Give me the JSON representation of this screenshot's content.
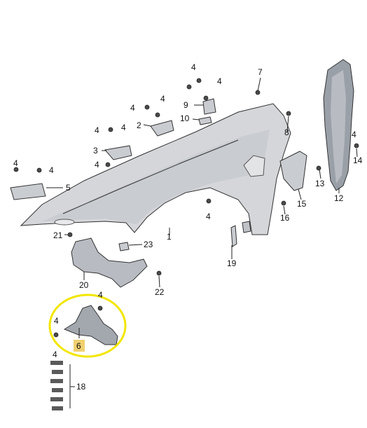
{
  "diagram": {
    "callouts": [
      {
        "id": "c1",
        "text": "1"
      },
      {
        "id": "c2",
        "text": "2"
      },
      {
        "id": "c3",
        "text": "3"
      },
      {
        "id": "c4a",
        "text": "4"
      },
      {
        "id": "c4b",
        "text": "4"
      },
      {
        "id": "c4c",
        "text": "4"
      },
      {
        "id": "c4d",
        "text": "4"
      },
      {
        "id": "c4e",
        "text": "4"
      },
      {
        "id": "c4f",
        "text": "4"
      },
      {
        "id": "c4g",
        "text": "4"
      },
      {
        "id": "c4h",
        "text": "4"
      },
      {
        "id": "c4i",
        "text": "4"
      },
      {
        "id": "c4j",
        "text": "4"
      },
      {
        "id": "c4k",
        "text": "4"
      },
      {
        "id": "c4l",
        "text": "4"
      },
      {
        "id": "c4m",
        "text": "4"
      },
      {
        "id": "c4n",
        "text": "4"
      },
      {
        "id": "c5",
        "text": "5"
      },
      {
        "id": "c6",
        "text": "6"
      },
      {
        "id": "c7",
        "text": "7"
      },
      {
        "id": "c8",
        "text": "8"
      },
      {
        "id": "c9",
        "text": "9"
      },
      {
        "id": "c10",
        "text": "10"
      },
      {
        "id": "c12",
        "text": "12"
      },
      {
        "id": "c13",
        "text": "13"
      },
      {
        "id": "c14",
        "text": "14"
      },
      {
        "id": "c15",
        "text": "15"
      },
      {
        "id": "c16",
        "text": "16"
      },
      {
        "id": "c18",
        "text": "18"
      },
      {
        "id": "c19",
        "text": "19"
      },
      {
        "id": "c20",
        "text": "20"
      },
      {
        "id": "c21",
        "text": "21"
      },
      {
        "id": "c22",
        "text": "22"
      },
      {
        "id": "c23",
        "text": "23"
      }
    ],
    "colors": {
      "highlight_circle": "#f2e600",
      "highlight_label": "#f0d070",
      "panel_fill": "#d4d6da",
      "panel_shade": "#b8bcc2",
      "line": "#222222"
    }
  }
}
